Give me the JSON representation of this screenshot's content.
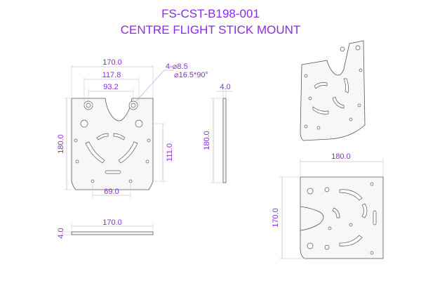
{
  "title": {
    "part_number": "FS-CST-B198-001",
    "part_name": "CENTRE FLIGHT STICK MOUNT"
  },
  "colors": {
    "dimension_text": "#8a2be2",
    "outline": "#555555",
    "dimension_line": "#b9a0d8"
  },
  "front_view": {
    "width_overall": "170.0",
    "hole_span_outer": "117.8",
    "hole_span_inner": "93.2",
    "height_overall": "180.0",
    "height_partial": "111.0",
    "bottom_width": "69.0",
    "callout_holes": "4-⌀8.5",
    "callout_countersink": "⌀16.5*90°"
  },
  "side_view": {
    "thickness": "4.0",
    "height": "180.0"
  },
  "bottom_view": {
    "width": "170.0",
    "thickness": "4.0"
  },
  "rotated_view": {
    "width": "180.0",
    "height": "170.0"
  }
}
